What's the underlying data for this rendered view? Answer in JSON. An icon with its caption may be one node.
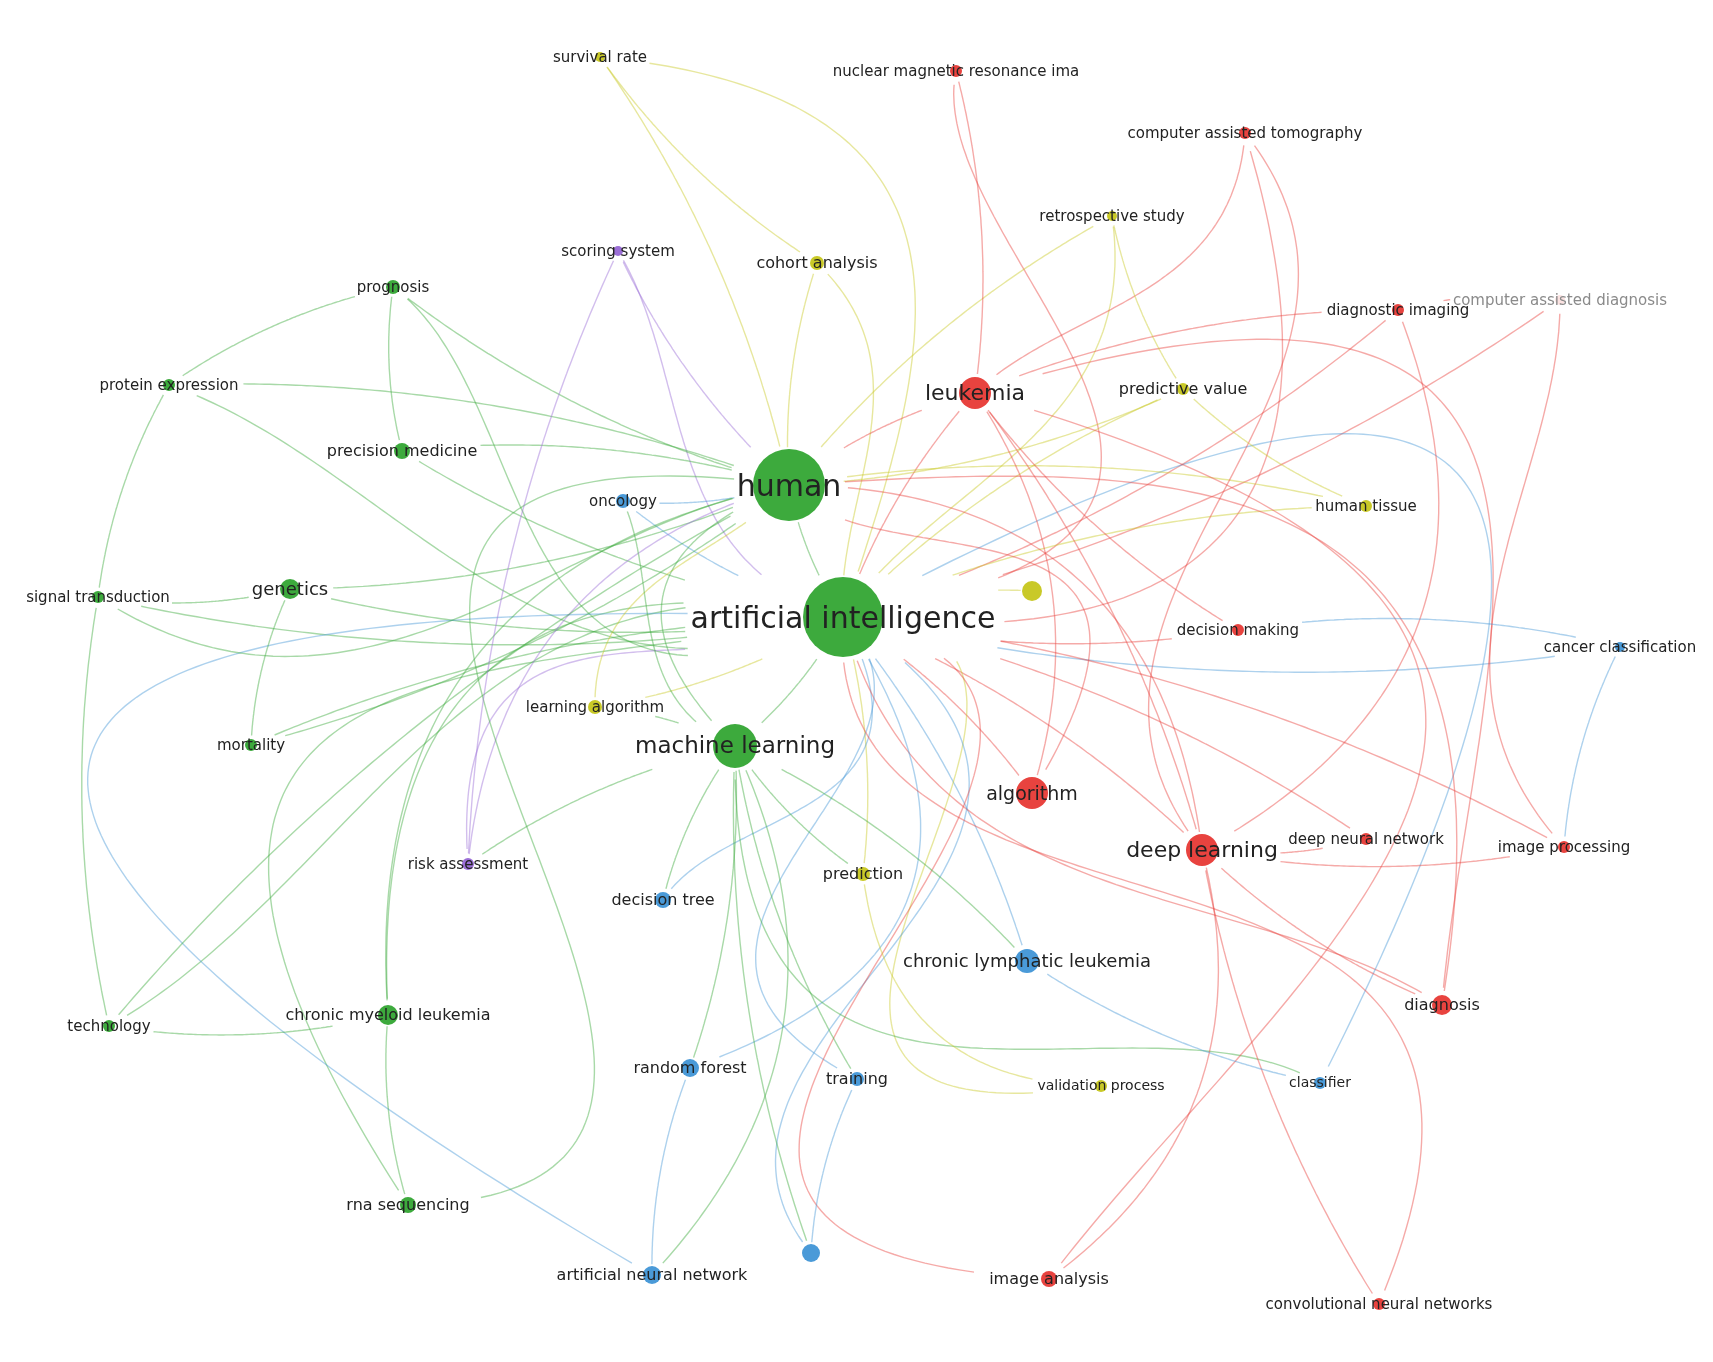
{
  "diagram": {
    "nodes": [
      {
        "text": [
          "survival rate"
        ]
      },
      {
        "text": [
          "nuclear magnetic resonance ima"
        ]
      },
      {
        "text": [
          "computer assisted tomography"
        ]
      },
      {
        "text": [
          "retrospective study"
        ]
      },
      {
        "text": [
          "scoring system"
        ]
      },
      {
        "text": [
          "cohort analysis"
        ]
      },
      {
        "text": [
          "prognosis"
        ]
      },
      {
        "text": [
          "computer assisted diagnosis"
        ]
      },
      {
        "text": [
          "diagnostic imaging"
        ]
      },
      {
        "text": [
          "protein expression"
        ]
      },
      {
        "text": [
          "leukemia"
        ]
      },
      {
        "text": [
          "predictive value"
        ]
      },
      {
        "text": [
          "precision medicine"
        ]
      },
      {
        "text": [
          "human"
        ]
      },
      {
        "text": [
          "oncology"
        ]
      },
      {
        "text": [
          "human tissue"
        ]
      },
      {
        "text": [
          "signal transduction"
        ]
      },
      {
        "text": [
          "genetics"
        ]
      },
      {
        "text": [],
        "shape": "circle"
      },
      {
        "text": [
          "artificial intelligence"
        ]
      },
      {
        "text": [
          "decision making"
        ]
      },
      {
        "text": [
          "cancer classification"
        ]
      },
      {
        "text": [
          "learning algorithm"
        ]
      },
      {
        "text": [
          "mortality"
        ]
      },
      {
        "text": [
          "machine learning"
        ]
      },
      {
        "text": [
          "algorithm"
        ]
      },
      {
        "text": [
          "deep learning"
        ]
      },
      {
        "text": [
          "deep neural network"
        ]
      },
      {
        "text": [
          "image processing"
        ]
      },
      {
        "text": [
          "risk assessment"
        ]
      },
      {
        "text": [
          "prediction"
        ]
      },
      {
        "text": [
          "decision tree"
        ]
      },
      {
        "text": [
          "chronic lymphatic leukemia"
        ]
      },
      {
        "text": [
          "technology"
        ]
      },
      {
        "text": [
          "chronic myeloid leukemia"
        ]
      },
      {
        "text": [
          "diagnosis"
        ]
      },
      {
        "text": [
          "random forest"
        ]
      },
      {
        "text": [
          "training"
        ]
      },
      {
        "text": [
          "validation process"
        ]
      },
      {
        "text": [
          "classifier"
        ]
      },
      {
        "text": [
          "rna sequencing"
        ]
      },
      {
        "text": [],
        "shape": "circle"
      },
      {
        "text": [
          "artificial neural network"
        ]
      },
      {
        "text": [
          "image analysis"
        ]
      },
      {
        "text": [
          "convolutional neural networks"
        ]
      }
    ],
    "edges": [
      {
        "from": 0,
        "to": 19,
        "arrow": "none",
        "color": "#c9c928"
      },
      {
        "from": 1,
        "to": 19,
        "arrow": "none",
        "color": "#e8433f"
      },
      {
        "from": 2,
        "to": 19,
        "arrow": "none",
        "color": "#e8433f"
      },
      {
        "from": 3,
        "to": 19,
        "arrow": "none",
        "color": "#c9c928"
      },
      {
        "from": 4,
        "to": 19,
        "arrow": "none",
        "color": "#9b6fd6"
      },
      {
        "from": 5,
        "to": 19,
        "arrow": "none",
        "color": "#c9c928"
      },
      {
        "from": 6,
        "to": 19,
        "arrow": "none",
        "color": "#3daa3d"
      },
      {
        "from": 7,
        "to": 19,
        "arrow": "none",
        "color": "#e8433f"
      },
      {
        "from": 8,
        "to": 19,
        "arrow": "none",
        "color": "#e8433f"
      },
      {
        "from": 9,
        "to": 19,
        "arrow": "none",
        "color": "#3daa3d"
      },
      {
        "from": 10,
        "to": 19,
        "arrow": "none",
        "color": "#e8433f"
      },
      {
        "from": 11,
        "to": 19,
        "arrow": "none",
        "color": "#c9c928"
      },
      {
        "from": 12,
        "to": 19,
        "arrow": "none",
        "color": "#3daa3d"
      },
      {
        "from": 13,
        "to": 19,
        "arrow": "none",
        "color": "#3daa3d"
      },
      {
        "from": 14,
        "to": 19,
        "arrow": "none",
        "color": "#4a9ad8"
      },
      {
        "from": 15,
        "to": 19,
        "arrow": "none",
        "color": "#c9c928"
      },
      {
        "from": 16,
        "to": 19,
        "arrow": "none",
        "color": "#3daa3d"
      },
      {
        "from": 17,
        "to": 19,
        "arrow": "none",
        "color": "#3daa3d"
      },
      {
        "from": 18,
        "to": 19,
        "arrow": "none",
        "color": "#c9c928"
      },
      {
        "from": 20,
        "to": 19,
        "arrow": "none",
        "color": "#e8433f"
      },
      {
        "from": 21,
        "to": 19,
        "arrow": "none",
        "color": "#4a9ad8"
      },
      {
        "from": 22,
        "to": 19,
        "arrow": "none",
        "color": "#c9c928"
      },
      {
        "from": 23,
        "to": 19,
        "arrow": "none",
        "color": "#3daa3d"
      },
      {
        "from": 24,
        "to": 19,
        "arrow": "none",
        "color": "#3daa3d"
      },
      {
        "from": 25,
        "to": 19,
        "arrow": "none",
        "color": "#e8433f"
      },
      {
        "from": 26,
        "to": 19,
        "arrow": "none",
        "color": "#e8433f"
      },
      {
        "from": 27,
        "to": 19,
        "arrow": "none",
        "color": "#e8433f"
      },
      {
        "from": 28,
        "to": 19,
        "arrow": "none",
        "color": "#e8433f"
      },
      {
        "from": 29,
        "to": 19,
        "arrow": "none",
        "color": "#9b6fd6"
      },
      {
        "from": 30,
        "to": 19,
        "arrow": "none",
        "color": "#c9c928"
      },
      {
        "from": 31,
        "to": 19,
        "arrow": "none",
        "color": "#4a9ad8"
      },
      {
        "from": 32,
        "to": 19,
        "arrow": "none",
        "color": "#4a9ad8"
      },
      {
        "from": 33,
        "to": 19,
        "arrow": "none",
        "color": "#3daa3d"
      },
      {
        "from": 34,
        "to": 19,
        "arrow": "none",
        "color": "#3daa3d"
      },
      {
        "from": 35,
        "to": 19,
        "arrow": "none",
        "color": "#e8433f"
      },
      {
        "from": 36,
        "to": 19,
        "arrow": "none",
        "color": "#4a9ad8"
      },
      {
        "from": 37,
        "to": 19,
        "arrow": "none",
        "color": "#4a9ad8"
      },
      {
        "from": 38,
        "to": 19,
        "arrow": "none",
        "color": "#c9c928"
      },
      {
        "from": 39,
        "to": 19,
        "arrow": "none",
        "color": "#4a9ad8"
      },
      {
        "from": 40,
        "to": 19,
        "arrow": "none",
        "color": "#3daa3d"
      },
      {
        "from": 41,
        "to": 19,
        "arrow": "none",
        "color": "#4a9ad8"
      },
      {
        "from": 42,
        "to": 19,
        "arrow": "none",
        "color": "#4a9ad8"
      },
      {
        "from": 43,
        "to": 19,
        "arrow": "none",
        "color": "#e8433f"
      },
      {
        "from": 44,
        "to": 19,
        "arrow": "none",
        "color": "#e8433f"
      },
      {
        "from": 0,
        "to": 13,
        "arrow": "none",
        "color": "#c9c928"
      },
      {
        "from": 3,
        "to": 13,
        "arrow": "none",
        "color": "#c9c928"
      },
      {
        "from": 4,
        "to": 13,
        "arrow": "none",
        "color": "#9b6fd6"
      },
      {
        "from": 5,
        "to": 13,
        "arrow": "none",
        "color": "#c9c928"
      },
      {
        "from": 6,
        "to": 13,
        "arrow": "none",
        "color": "#3daa3d"
      },
      {
        "from": 9,
        "to": 13,
        "arrow": "none",
        "color": "#3daa3d"
      },
      {
        "from": 10,
        "to": 13,
        "arrow": "none",
        "color": "#e8433f"
      },
      {
        "from": 11,
        "to": 13,
        "arrow": "none",
        "color": "#c9c928"
      },
      {
        "from": 12,
        "to": 13,
        "arrow": "none",
        "color": "#3daa3d"
      },
      {
        "from": 14,
        "to": 13,
        "arrow": "none",
        "color": "#4a9ad8"
      },
      {
        "from": 15,
        "to": 13,
        "arrow": "none",
        "color": "#c9c928"
      },
      {
        "from": 16,
        "to": 13,
        "arrow": "none",
        "color": "#3daa3d"
      },
      {
        "from": 17,
        "to": 13,
        "arrow": "none",
        "color": "#3daa3d"
      },
      {
        "from": 22,
        "to": 13,
        "arrow": "none",
        "color": "#c9c928"
      },
      {
        "from": 23,
        "to": 13,
        "arrow": "none",
        "color": "#3daa3d"
      },
      {
        "from": 24,
        "to": 13,
        "arrow": "none",
        "color": "#3daa3d"
      },
      {
        "from": 25,
        "to": 13,
        "arrow": "none",
        "color": "#e8433f"
      },
      {
        "from": 26,
        "to": 13,
        "arrow": "none",
        "color": "#e8433f"
      },
      {
        "from": 29,
        "to": 13,
        "arrow": "none",
        "color": "#9b6fd6"
      },
      {
        "from": 33,
        "to": 13,
        "arrow": "none",
        "color": "#3daa3d"
      },
      {
        "from": 34,
        "to": 13,
        "arrow": "none",
        "color": "#3daa3d"
      },
      {
        "from": 35,
        "to": 13,
        "arrow": "none",
        "color": "#e8433f"
      },
      {
        "from": 40,
        "to": 13,
        "arrow": "none",
        "color": "#3daa3d"
      },
      {
        "from": 24,
        "to": 14,
        "arrow": "none",
        "color": "#3daa3d"
      },
      {
        "from": 24,
        "to": 22,
        "arrow": "none",
        "color": "#3daa3d"
      },
      {
        "from": 24,
        "to": 29,
        "arrow": "none",
        "color": "#3daa3d"
      },
      {
        "from": 24,
        "to": 30,
        "arrow": "none",
        "color": "#3daa3d"
      },
      {
        "from": 24,
        "to": 31,
        "arrow": "none",
        "color": "#3daa3d"
      },
      {
        "from": 24,
        "to": 32,
        "arrow": "none",
        "color": "#3daa3d"
      },
      {
        "from": 24,
        "to": 36,
        "arrow": "none",
        "color": "#3daa3d"
      },
      {
        "from": 24,
        "to": 37,
        "arrow": "none",
        "color": "#3daa3d"
      },
      {
        "from": 24,
        "to": 39,
        "arrow": "none",
        "color": "#3daa3d"
      },
      {
        "from": 24,
        "to": 41,
        "arrow": "none",
        "color": "#3daa3d"
      },
      {
        "from": 24,
        "to": 42,
        "arrow": "none",
        "color": "#3daa3d"
      },
      {
        "from": 10,
        "to": 1,
        "arrow": "none",
        "color": "#e8433f"
      },
      {
        "from": 10,
        "to": 2,
        "arrow": "none",
        "color": "#e8433f"
      },
      {
        "from": 10,
        "to": 8,
        "arrow": "none",
        "color": "#e8433f"
      },
      {
        "from": 10,
        "to": 20,
        "arrow": "none",
        "color": "#e8433f"
      },
      {
        "from": 10,
        "to": 25,
        "arrow": "none",
        "color": "#e8433f"
      },
      {
        "from": 10,
        "to": 26,
        "arrow": "none",
        "color": "#e8433f"
      },
      {
        "from": 10,
        "to": 35,
        "arrow": "none",
        "color": "#e8433f"
      },
      {
        "from": 10,
        "to": 43,
        "arrow": "none",
        "color": "#e8433f"
      },
      {
        "from": 26,
        "to": 27,
        "arrow": "none",
        "color": "#e8433f"
      },
      {
        "from": 26,
        "to": 28,
        "arrow": "none",
        "color": "#e8433f"
      },
      {
        "from": 26,
        "to": 35,
        "arrow": "none",
        "color": "#e8433f"
      },
      {
        "from": 26,
        "to": 43,
        "arrow": "none",
        "color": "#e8433f"
      },
      {
        "from": 26,
        "to": 44,
        "arrow": "none",
        "color": "#e8433f"
      },
      {
        "from": 26,
        "to": 2,
        "arrow": "none",
        "color": "#e8433f"
      },
      {
        "from": 26,
        "to": 8,
        "arrow": "none",
        "color": "#e8433f"
      },
      {
        "from": 7,
        "to": 8,
        "arrow": "none",
        "color": "#e8433f"
      },
      {
        "from": 7,
        "to": 28,
        "arrow": "none",
        "color": "#e8433f"
      },
      {
        "from": 21,
        "to": 28,
        "arrow": "none",
        "color": "#4a9ad8"
      },
      {
        "from": 21,
        "to": 20,
        "arrow": "none",
        "color": "#4a9ad8"
      },
      {
        "from": 6,
        "to": 12,
        "arrow": "none",
        "color": "#3daa3d"
      },
      {
        "from": 6,
        "to": 9,
        "arrow": "none",
        "color": "#3daa3d"
      },
      {
        "from": 9,
        "to": 16,
        "arrow": "none",
        "color": "#3daa3d"
      },
      {
        "from": 16,
        "to": 17,
        "arrow": "none",
        "color": "#3daa3d"
      },
      {
        "from": 17,
        "to": 23,
        "arrow": "none",
        "color": "#3daa3d"
      },
      {
        "from": 16,
        "to": 33,
        "arrow": "none",
        "color": "#3daa3d"
      },
      {
        "from": 33,
        "to": 34,
        "arrow": "none",
        "color": "#3daa3d"
      },
      {
        "from": 34,
        "to": 40,
        "arrow": "none",
        "color": "#3daa3d"
      },
      {
        "from": 0,
        "to": 5,
        "arrow": "none",
        "color": "#c9c928"
      },
      {
        "from": 3,
        "to": 11,
        "arrow": "none",
        "color": "#c9c928"
      },
      {
        "from": 11,
        "to": 15,
        "arrow": "none",
        "color": "#c9c928"
      },
      {
        "from": 30,
        "to": 38,
        "arrow": "none",
        "color": "#c9c928"
      },
      {
        "from": 4,
        "to": 29,
        "arrow": "none",
        "color": "#9b6fd6"
      },
      {
        "from": 36,
        "to": 42,
        "arrow": "none",
        "color": "#4a9ad8"
      },
      {
        "from": 37,
        "to": 41,
        "arrow": "none",
        "color": "#4a9ad8"
      },
      {
        "from": 32,
        "to": 39,
        "arrow": "none",
        "color": "#4a9ad8"
      }
    ]
  }
}
